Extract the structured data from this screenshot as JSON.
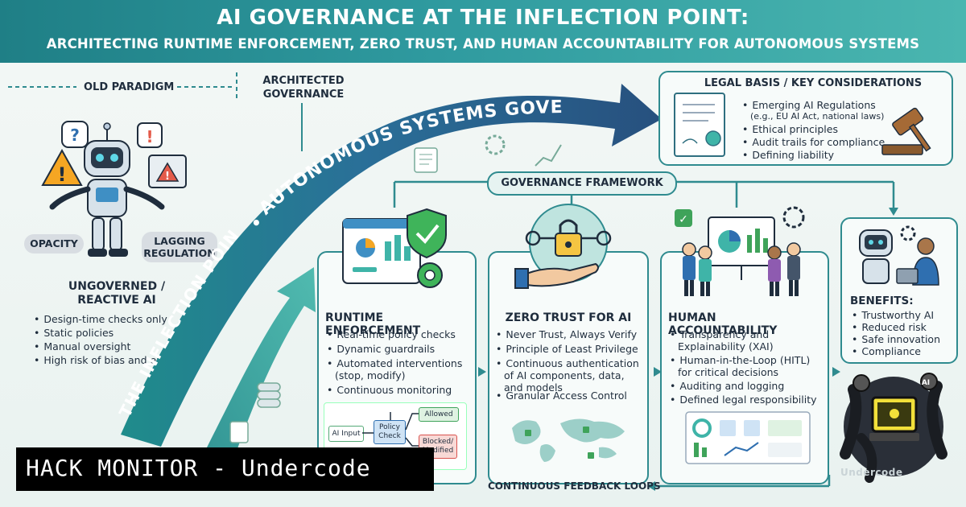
{
  "header": {
    "title": "AI GOVERNANCE AT THE INFLECTION POINT:",
    "subtitle": "ARCHITECTING RUNTIME ENFORCEMENT, ZERO TRUST, AND HUMAN ACCOUNTABILITY FOR AUTONOMOUS SYSTEMS"
  },
  "old_paradigm": {
    "label": "OLD PARADIGM",
    "opacity": "OPACITY",
    "lagging_regulation": "LAGGING REGULATION",
    "title": "UNGOVERNED / REACTIVE AI",
    "items": [
      "Design-time checks only",
      "Static policies",
      "Manual oversight",
      "High risk of bias and errors"
    ]
  },
  "architected": {
    "label": "ARCHITECTED GOVERNANCE"
  },
  "arrow_text": {
    "autonomous": "AUTONOMOUS SYSTEMS GOVERNANCE",
    "inflection": "THE INFLECTION POINT",
    "dot": "•"
  },
  "legal": {
    "title": "LEGAL BASIS / KEY CONSIDERATIONS",
    "items": [
      "Emerging AI Regulations",
      "(e.g., EU AI Act, national laws)",
      "Ethical principles",
      "Audit trails for compliance",
      "Defining liability"
    ]
  },
  "framework": {
    "label": "GOVERNANCE FRAMEWORK"
  },
  "runtime": {
    "title": "RUNTIME ENFORCEMENT",
    "items": [
      "Real-time policy checks",
      "Dynamic guardrails",
      "Automated interventions",
      "(stop, modify)",
      "Continuous monitoring"
    ],
    "flow": {
      "input": "AI Input",
      "check": "Policy Check",
      "allowed": "Allowed",
      "blocked": "Blocked/ Modified"
    }
  },
  "zero_trust": {
    "title": "ZERO TRUST FOR AI",
    "items": [
      "Never Trust, Always Verify",
      "Principle of Least Privilege",
      "Continuous authentication",
      "of AI components, data,",
      "and models",
      "Granular Access Control"
    ]
  },
  "human": {
    "title": "HUMAN ACCOUNTABILITY",
    "items": [
      "Transparency and",
      "Explainability (XAI)",
      "Human-in-the-Loop (HITL)",
      "for critical decisions",
      "Auditing and logging",
      "Defined legal responsibility"
    ]
  },
  "benefits": {
    "title": "BENEFITS:",
    "items": [
      "Trustworthy AI",
      "Reduced risk",
      "Safe innovation",
      "Compliance"
    ]
  },
  "feedback": {
    "label": "CONTINUOUS FEEDBACK LOOPS"
  },
  "watermark": {
    "label": "HACK MONITOR - Undercode",
    "brand": "Undercode"
  },
  "colors": {
    "teal": "#2f8b8f",
    "navy": "#27507e",
    "warning": "#f5a623",
    "danger": "#e45b4a"
  }
}
